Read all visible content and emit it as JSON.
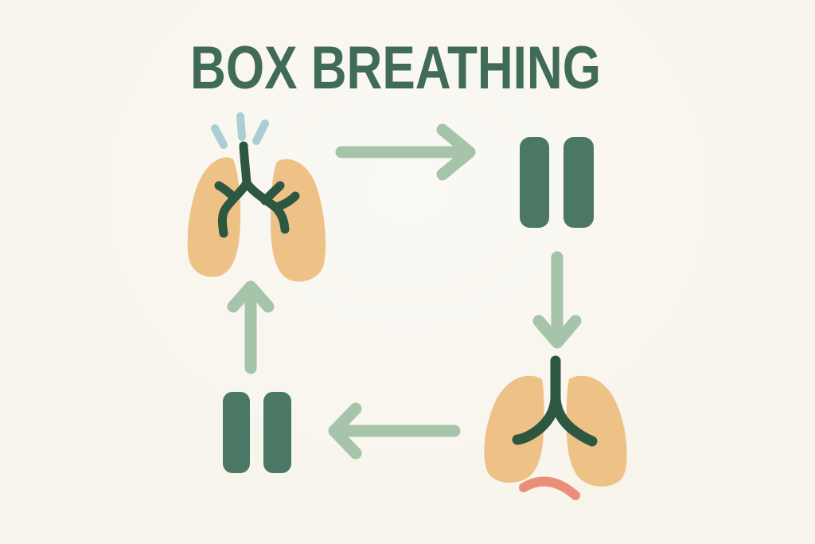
{
  "title": "BOX BREATHING",
  "colors": {
    "background": "#f7f4eb",
    "title_green": "#3f6b57",
    "pause_green": "#4a7864",
    "bronchi_green": "#2e5742",
    "lung_tan": "#eec287",
    "arrow_sage": "#a6c4a9",
    "sparkle_blue": "#a9cfd5",
    "frown_salmon": "#ea8d7b"
  },
  "icons": {
    "top_left": "lungs-inhale-icon",
    "top_right": "pause-icon",
    "bottom_right": "lungs-exhale-icon",
    "bottom_left": "pause-icon"
  },
  "arrows": {
    "top": "right",
    "right_side": "down",
    "bottom": "left",
    "left_side": "up"
  }
}
